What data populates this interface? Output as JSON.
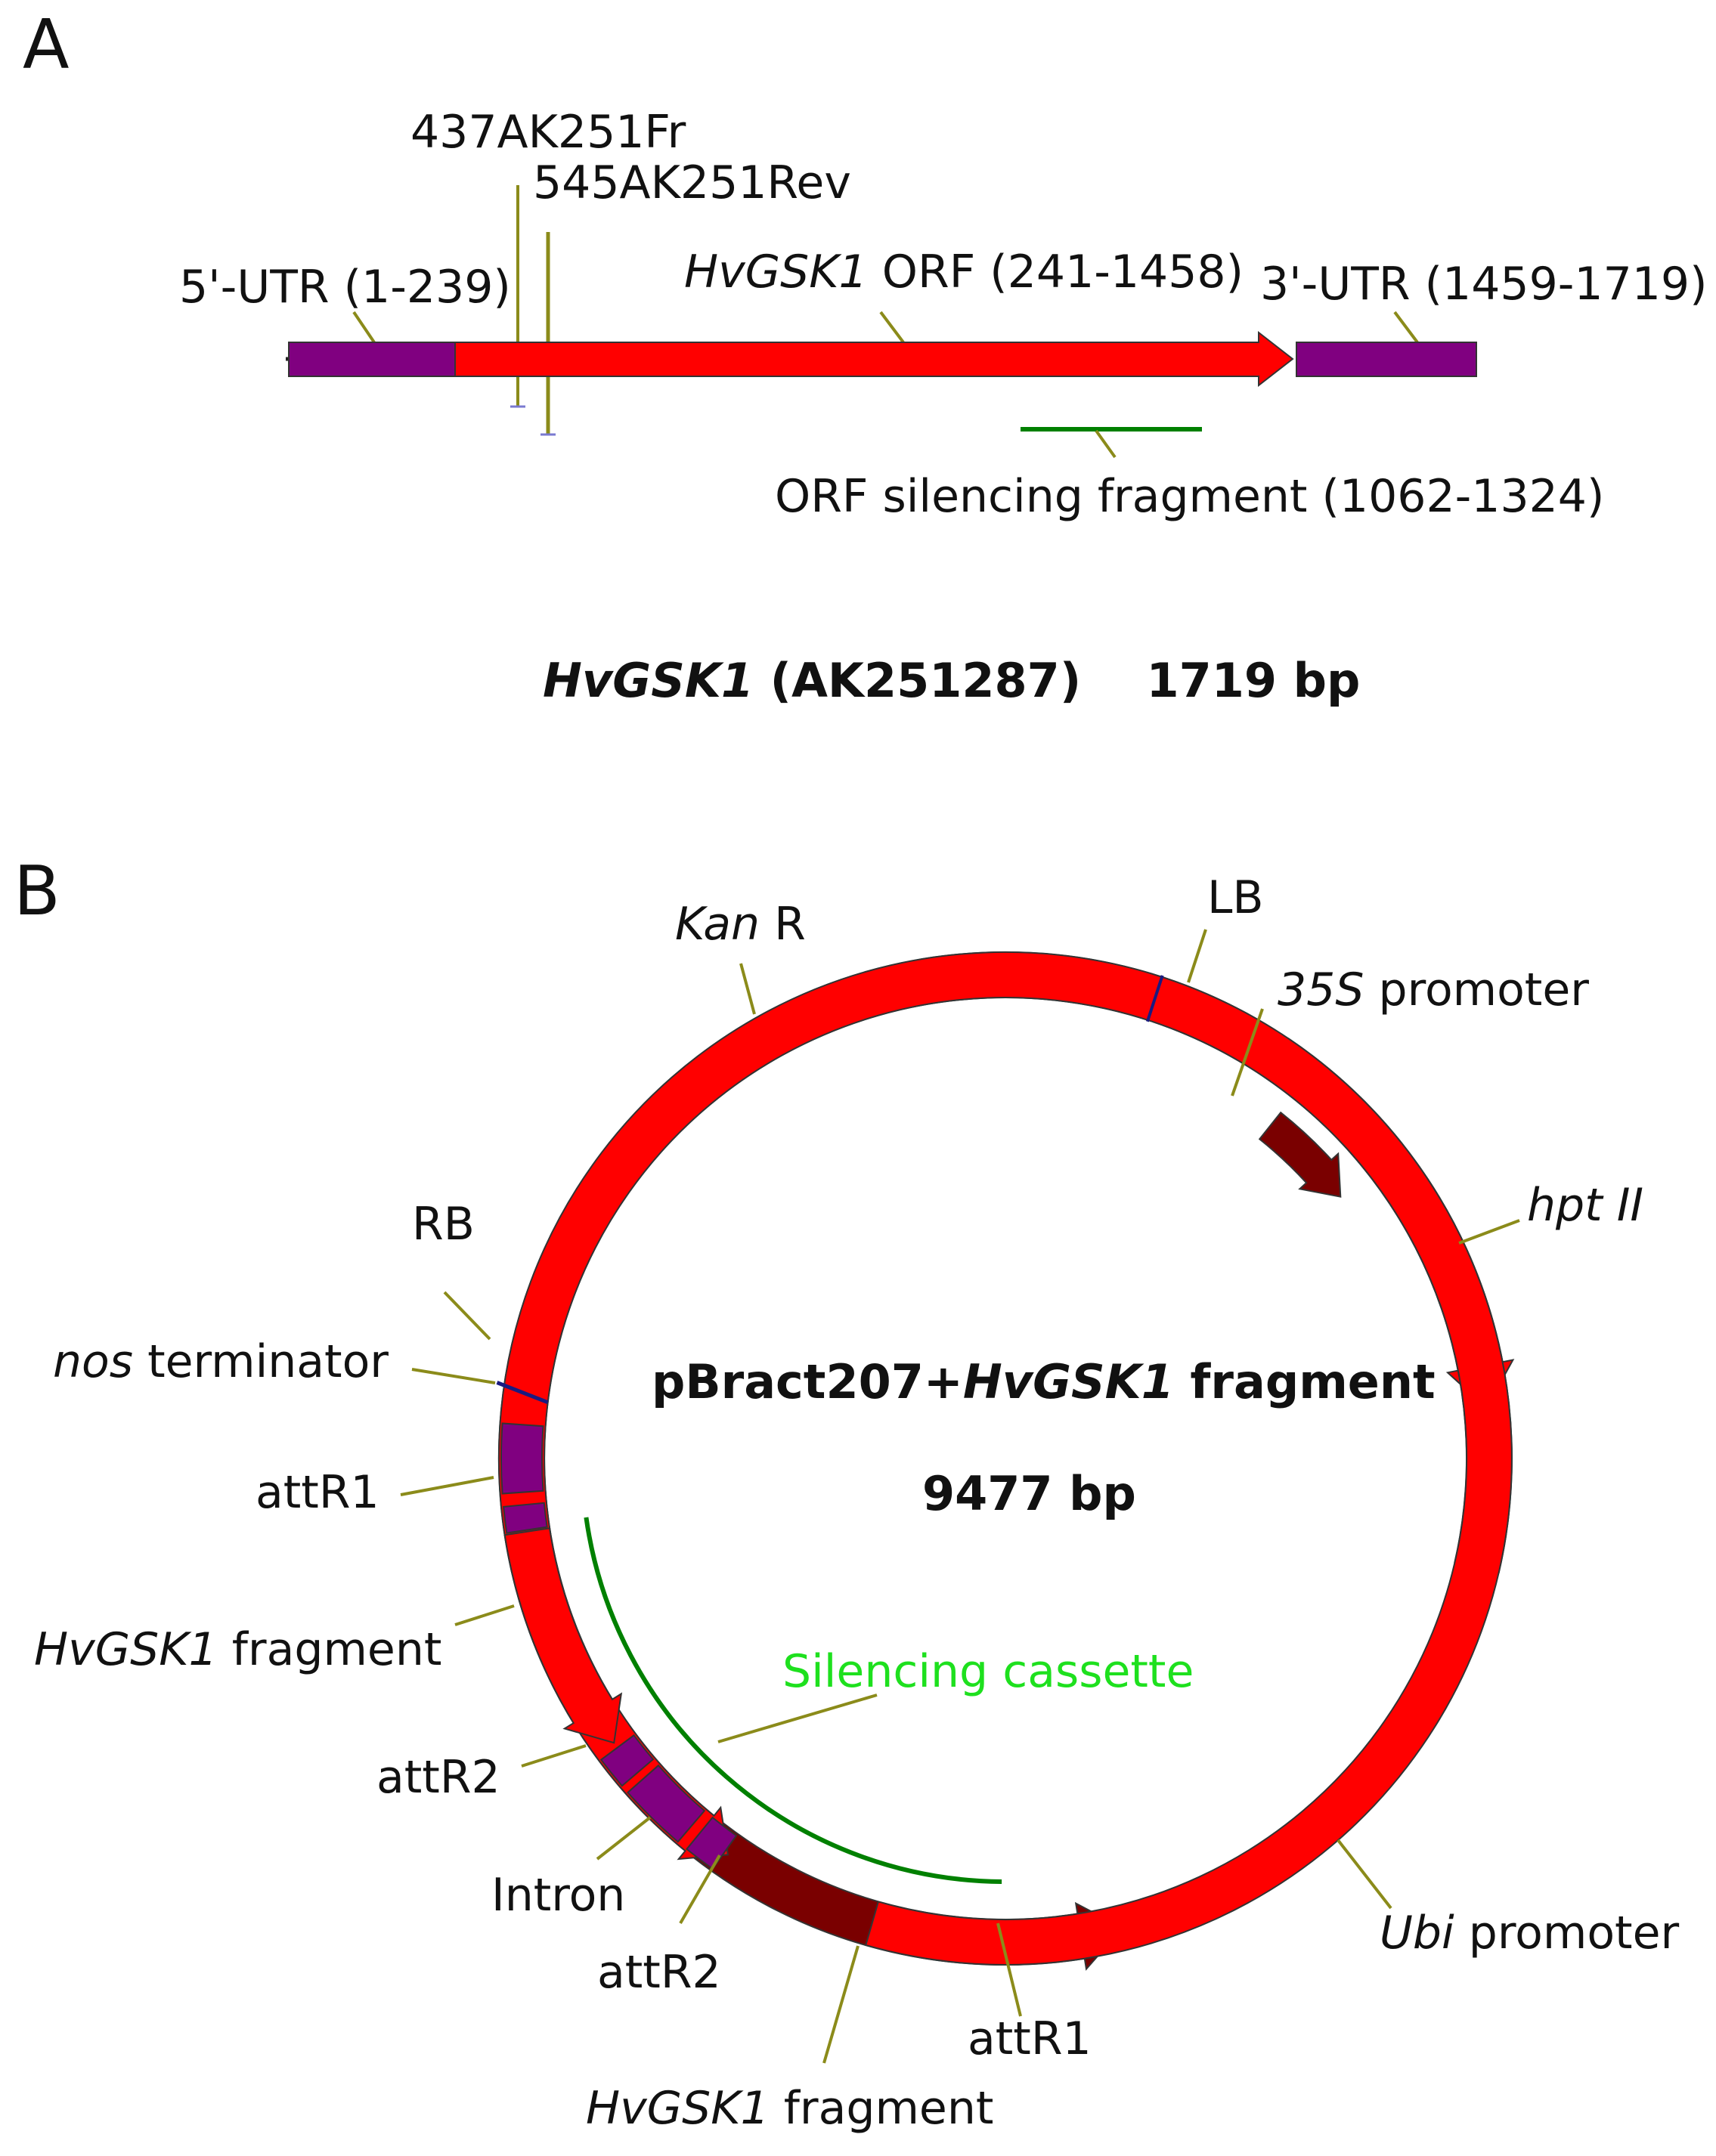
{
  "colors": {
    "purple": "#800080",
    "red": "#ff0000",
    "darkred": "#7a0000",
    "green": "#008000",
    "lightgreen": "#1ee01e",
    "olive": "#8b8b1a",
    "navy": "#1a1a80",
    "backbone": "#c8c8c8"
  },
  "panelA": {
    "letter": "A",
    "primer_fwd": "437AK251Fr",
    "primer_rev": "545AK251Rev",
    "utr5_label": "5'-UTR (1-239)",
    "orf_gene": "HvGSK1",
    "orf_rest": " ORF (241-1458)",
    "utr3_label": "3'-UTR (1459-1719)",
    "silencing_label": "ORF silencing fragment (1062-1324)",
    "gene_title_gene": "HvGSK1",
    "gene_title_rest": " (AK251287)    1719 bp"
  },
  "panelB": {
    "letter": "B",
    "plasmid_name_a": "pBract207+",
    "plasmid_name_gene": "HvGSK1",
    "plasmid_name_b": " fragment",
    "plasmid_size": "9477 bp",
    "kan_italic": "Kan",
    "kan_rest": " R",
    "lb": "LB",
    "p35s_italic": "35S",
    "p35s_rest": " promoter",
    "hpt": "hpt II",
    "rb": "RB",
    "nos_italic": "nos",
    "nos_rest": " terminator",
    "attr1_left": "attR1",
    "frag_left_gene": "HvGSK1",
    "frag_left_rest": " fragment",
    "silencing": "Silencing cassette",
    "attr2_upper": "attR2",
    "intron": "Intron",
    "attr2_lower": "attR2",
    "frag_bottom_gene": "HvGSK1",
    "frag_bottom_rest": " fragment",
    "attr1_bottom": "attR1",
    "ubi_italic": "Ubi",
    "ubi_rest": " promoter"
  }
}
